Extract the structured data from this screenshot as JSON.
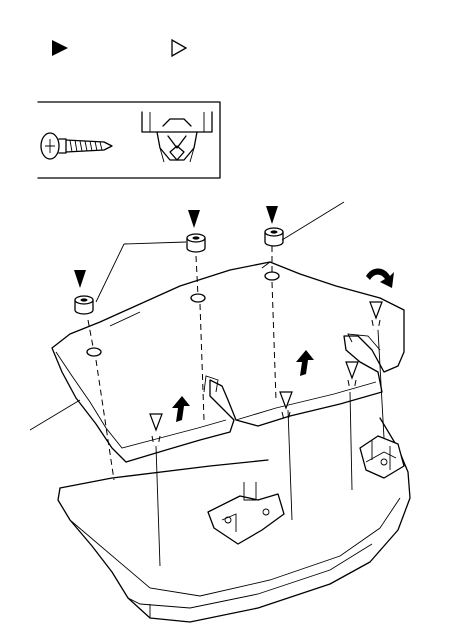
{
  "legend": {
    "filled_marker": "filled-triangle-marker",
    "open_marker": "open-triangle-marker",
    "fasteners": [
      "tapping-screw",
      "push-clip"
    ]
  },
  "colors": {
    "ink": "#000000",
    "paper": "#ffffff"
  },
  "screws": [
    {
      "name": "screw-left"
    },
    {
      "name": "screw-middle"
    },
    {
      "name": "screw-right"
    }
  ],
  "clips": [
    {
      "name": "clip-front-left"
    },
    {
      "name": "clip-front-center"
    },
    {
      "name": "clip-rear-center"
    },
    {
      "name": "clip-rear-right"
    }
  ],
  "arrows": [
    {
      "name": "lift-arrow-front"
    },
    {
      "name": "lift-arrow-rear"
    },
    {
      "name": "rotate-arrow"
    }
  ]
}
